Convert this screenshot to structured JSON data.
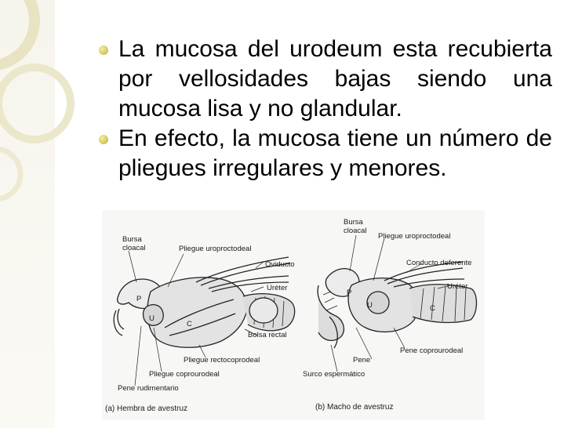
{
  "bullets": [
    {
      "text": "La mucosa del urodeum esta recubierta por vellosidades bajas siendo una mucosa lisa y no glandular."
    },
    {
      "text": "En efecto, la mucosa tiene un número de pliegues irregulares y menores."
    }
  ],
  "figure": {
    "female": {
      "caption": "(a) Hembra de avestruz",
      "bursa_line1": "Bursa",
      "bursa_line2": "cloacal",
      "pliegue_uroproctodeal": "Pliegue uroproctodeal",
      "oviducto": "Oviducto",
      "ureter": "Uréter",
      "bolsa_rectal": "Bolsa rectal",
      "pliegue_rectocoprodeal": "Pliegue rectocoprodeal",
      "pliegue_coprourodeal": "Pliegue coprourodeal",
      "pene_rudimentario": "Pene rudimentario",
      "region_p": "P",
      "region_u": "U",
      "region_c": "C"
    },
    "male": {
      "caption": "(b) Macho de avestruz",
      "bursa_line1": "Bursa",
      "bursa_line2": "cloacal",
      "pliegue_uroproctodeal": "Pliegue uroproctodeal",
      "conducto_deferente": "Conducto deferente",
      "ureter": "Uréter",
      "pene_coprourodeal": "Pene coprourodeal",
      "pene": "Pene",
      "surco_espermatico": "Surco espermático",
      "region_p": "P",
      "region_u": "U",
      "region_c": "C"
    }
  },
  "colors": {
    "accent": "#d8ca5c",
    "ring": "#e9e5c2",
    "text": "#000000"
  },
  "icons": {
    "bullet": "gold-dot-icon"
  }
}
